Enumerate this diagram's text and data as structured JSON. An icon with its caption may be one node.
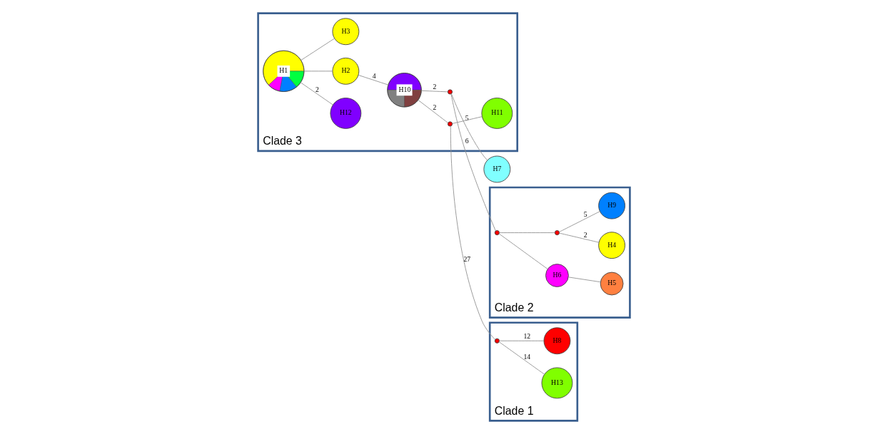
{
  "diagram": {
    "nodes": [
      {
        "text": [
          "Clade 3"
        ]
      },
      {
        "text": [
          "H12"
        ],
        "in": 0
      },
      {
        "text": [
          "H1"
        ],
        "in": 0
      },
      {
        "text": [
          "H2"
        ],
        "in": 0
      },
      {
        "text": [
          "H3"
        ],
        "in": 0
      },
      {
        "text": [
          "H10"
        ],
        "in": 0
      },
      {
        "text": [],
        "shape": "circle",
        "in": 0
      },
      {
        "text": [],
        "shape": "circle",
        "in": 0
      },
      {
        "text": [
          "H11"
        ],
        "in": 0
      },
      {
        "text": [
          "H7"
        ]
      },
      {
        "text": [
          "Clade 2"
        ]
      },
      {
        "text": [
          "H6"
        ],
        "in": 10
      },
      {
        "text": [
          "H5"
        ],
        "in": 10
      },
      {
        "text": [],
        "shape": "circle",
        "in": 10
      },
      {
        "text": [],
        "shape": "circle",
        "in": 10
      },
      {
        "text": [
          "H4"
        ],
        "in": 10
      },
      {
        "text": [
          "H9"
        ],
        "in": 10
      },
      {
        "text": [
          "Clade 1"
        ]
      },
      {
        "text": [
          "H13"
        ],
        "in": 17
      },
      {
        "text": [],
        "shape": "circle",
        "in": 17
      },
      {
        "text": [
          "H8"
        ],
        "in": 17
      }
    ],
    "edges": [
      {
        "from": 2,
        "to": 1,
        "arrow": "none",
        "label": "2"
      },
      {
        "from": 2,
        "to": 3,
        "arrow": "none"
      },
      {
        "from": 2,
        "to": 4,
        "arrow": "none"
      },
      {
        "from": 3,
        "to": 5,
        "arrow": "none",
        "label": "4"
      },
      {
        "from": 5,
        "to": 6,
        "arrow": "none",
        "label": "2"
      },
      {
        "from": 5,
        "to": 7,
        "arrow": "none",
        "label": "2"
      },
      {
        "from": 7,
        "to": 8,
        "arrow": "none"
      },
      {
        "from": 6,
        "to": 9,
        "arrow": "none",
        "label": "5"
      },
      {
        "from": 6,
        "to": 13,
        "arrow": "none",
        "label": "6"
      },
      {
        "from": 13,
        "to": 11,
        "arrow": "none"
      },
      {
        "from": 11,
        "to": 12,
        "arrow": "none"
      },
      {
        "from": 13,
        "to": 14,
        "arrow": "none"
      },
      {
        "from": 14,
        "to": 15,
        "arrow": "none",
        "label": "2"
      },
      {
        "from": 14,
        "to": 16,
        "arrow": "none",
        "label": "5"
      },
      {
        "from": 7,
        "to": 19,
        "arrow": "none",
        "label": "27"
      },
      {
        "from": 19,
        "to": 18,
        "arrow": "none",
        "label": "14"
      },
      {
        "from": 19,
        "to": 20,
        "arrow": "none",
        "label": "12"
      }
    ]
  }
}
